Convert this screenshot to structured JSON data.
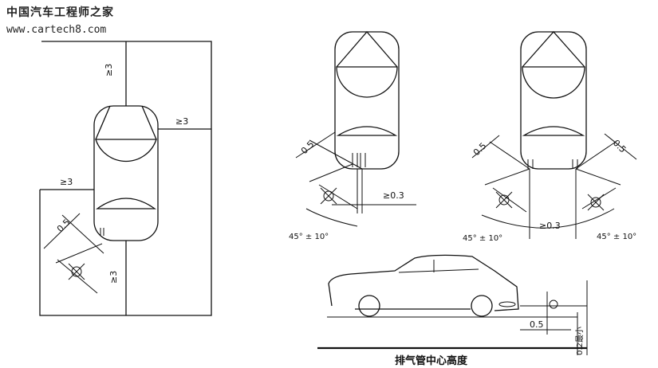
{
  "watermark": {
    "site_name": "中国汽车工程师之家",
    "url": "www.cartech8.com"
  },
  "labels": {
    "min_clearance": "≥3",
    "offset_05": "0.5",
    "gap_03": "≥0.3",
    "angle_tol": "45° ± 10°",
    "height_min": "0.2最小",
    "caption": "排气管中心高度"
  }
}
